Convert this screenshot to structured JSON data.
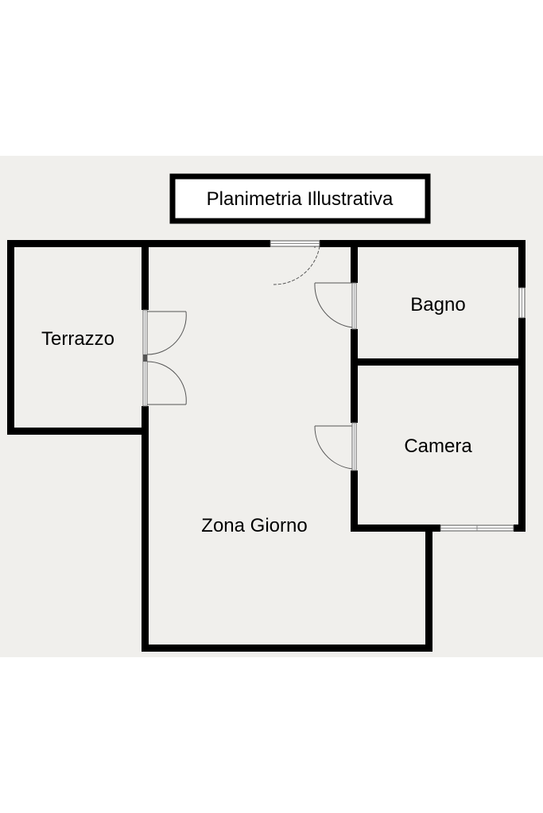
{
  "title": "Planimetria Illustrativa",
  "rooms": {
    "terrazzo": "Terrazzo",
    "zona_giorno": "Zona Giorno",
    "bagno": "Bagno",
    "camera": "Camera"
  },
  "colors": {
    "background": "#f0efec",
    "wall": "#000000",
    "page": "#ffffff"
  }
}
